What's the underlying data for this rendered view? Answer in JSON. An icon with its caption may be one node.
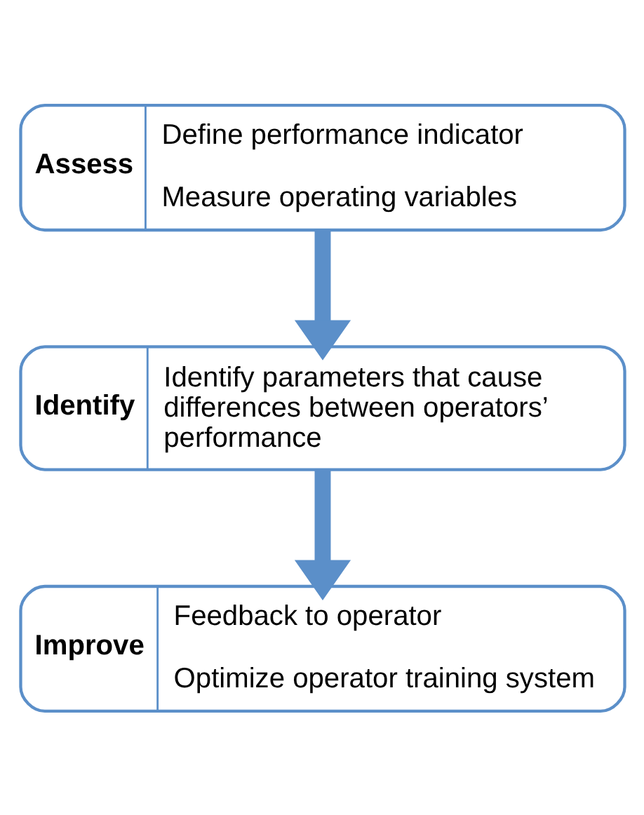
{
  "diagram": {
    "nodes": [
      {
        "text": [
          "Assess",
          "Define performance indicator",
          "Measure operating variables"
        ]
      },
      {
        "text": [
          "Identify",
          "Identify parameters that cause differences between operators’ performance"
        ]
      },
      {
        "text": [
          "Improve",
          "Feedback to operator",
          "Optimize operator training system"
        ]
      }
    ],
    "edges": [
      {
        "from": 0,
        "to": 1,
        "arrow": "to"
      },
      {
        "from": 1,
        "to": 2,
        "arrow": "to"
      }
    ]
  }
}
